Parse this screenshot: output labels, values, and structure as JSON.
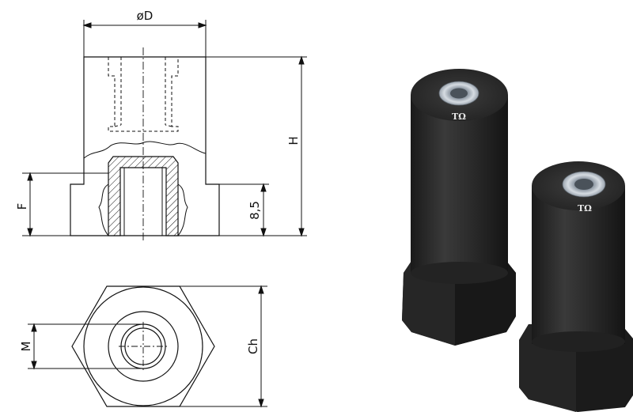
{
  "dimensions": {
    "diameter": "øD",
    "height": "H",
    "thread_depth": "F",
    "hex_height": "8,5",
    "thread": "M",
    "hex_across_flats": "Ch"
  },
  "photo": {
    "logo_front": "TΩ",
    "logo_back": "TΩ"
  },
  "colors": {
    "line": "#111111",
    "insulator": "#2b2b2b",
    "metal_insert": "#b9c2cb"
  }
}
